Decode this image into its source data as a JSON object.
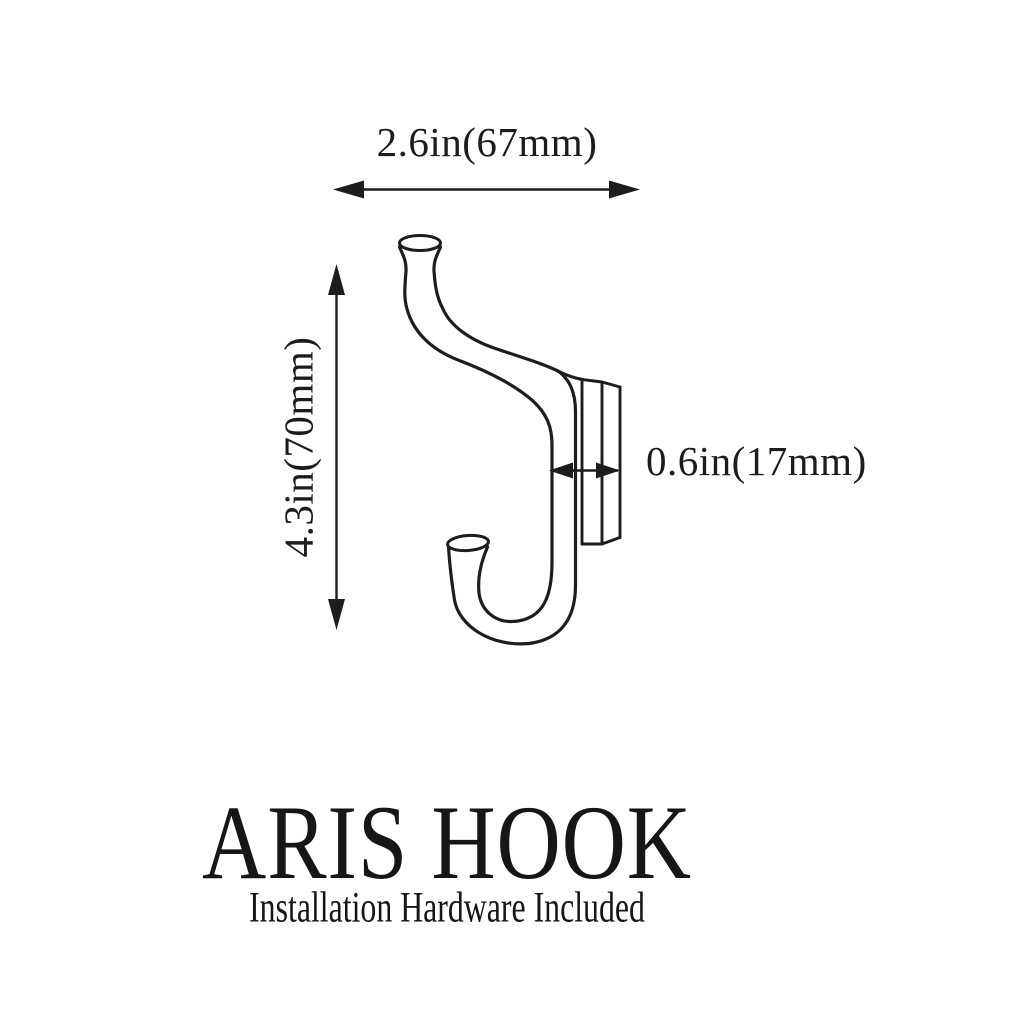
{
  "page": {
    "background_color": "#ffffff",
    "line_color": "#1d1d1b"
  },
  "dimensions": {
    "width_label": "2.6in(67mm)",
    "height_label": "4.3in(70mm)",
    "depth_label": "0.6in(17mm)"
  },
  "product": {
    "title": "ARIS HOOK",
    "subtitle": "Installation Hardware Included"
  }
}
